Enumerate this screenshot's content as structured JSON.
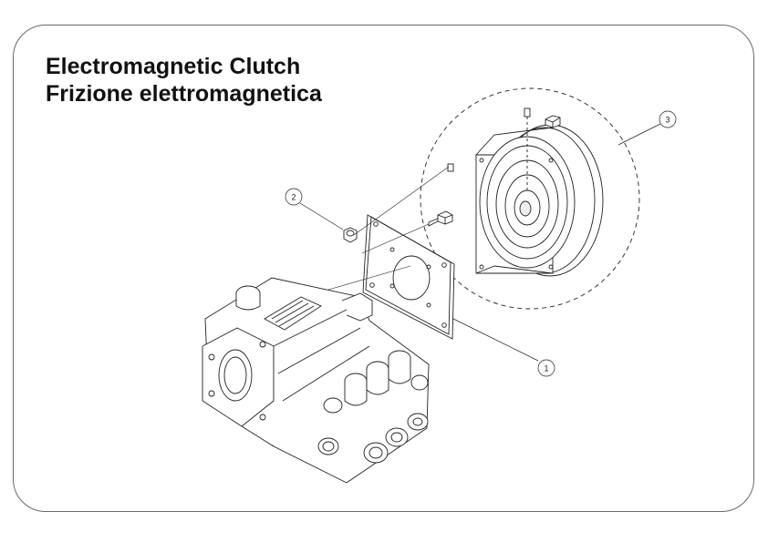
{
  "title": {
    "line1": "Electromagnetic Clutch",
    "line2": "Frizione elettromagnetica"
  },
  "parts": [
    {
      "number": "1",
      "part": "adapter-plate"
    },
    {
      "number": "2",
      "part": "nut"
    },
    {
      "number": "3",
      "part": "electromagnetic-clutch"
    }
  ]
}
